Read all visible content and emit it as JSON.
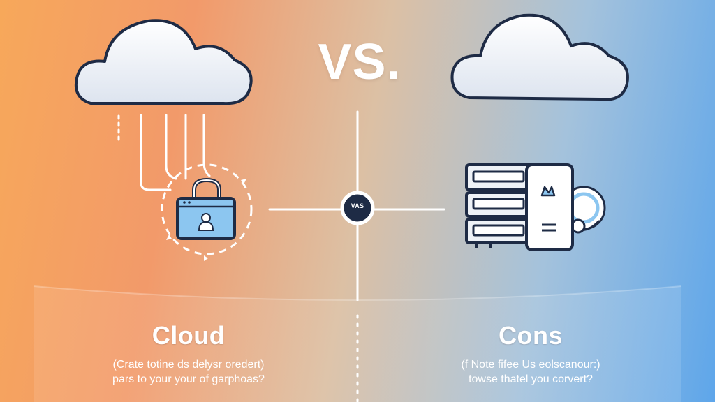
{
  "title": "VS.",
  "center_badge": "VAS",
  "left": {
    "heading": "Cloud",
    "caption_line1": "(Crate totine ds delysr oredert)",
    "caption_line2": "pars to your your of garphoas?"
  },
  "right": {
    "heading": "Cons",
    "caption_line1": "(f Note fifee Us eolscanour:)",
    "caption_line2": "towse thatel you corvert?"
  },
  "colors": {
    "outline": "#1e2b45",
    "accent_blue": "#8cc6f0",
    "bg_left": "#f7a85a",
    "bg_right": "#5ea6ea"
  },
  "icons": [
    "cloud-icon",
    "padlock-icon",
    "server-rack-icon",
    "shield-icon"
  ]
}
